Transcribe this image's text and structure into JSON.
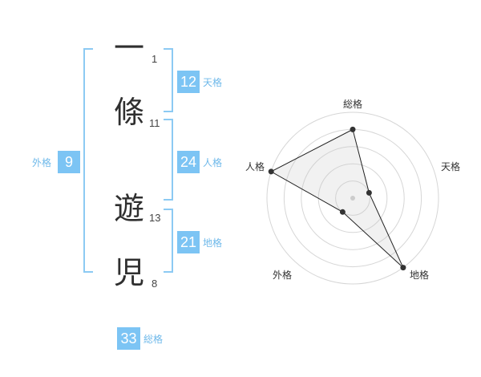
{
  "name": {
    "characters": [
      {
        "char": "一",
        "strokes": "1"
      },
      {
        "char": "條",
        "strokes": "11"
      },
      {
        "char": "遊",
        "strokes": "13"
      },
      {
        "char": "児",
        "strokes": "8"
      }
    ]
  },
  "fortunes": {
    "tenkaku": {
      "value": "12",
      "label": "天格"
    },
    "jinkaku": {
      "value": "24",
      "label": "人格"
    },
    "chikaku": {
      "value": "21",
      "label": "地格"
    },
    "gaikaku": {
      "value": "9",
      "label": "外格"
    },
    "soukaku": {
      "value": "33",
      "label": "総格"
    }
  },
  "colors": {
    "accent": "#7cc4f4",
    "bracket": "#8ccaf3",
    "label": "#6fb9ea"
  },
  "chart_data": {
    "type": "radar",
    "axes": [
      "総格",
      "天格",
      "地格",
      "外格",
      "人格"
    ],
    "levels": 5,
    "values": [
      4,
      1,
      5,
      1,
      5
    ],
    "max": 5
  }
}
